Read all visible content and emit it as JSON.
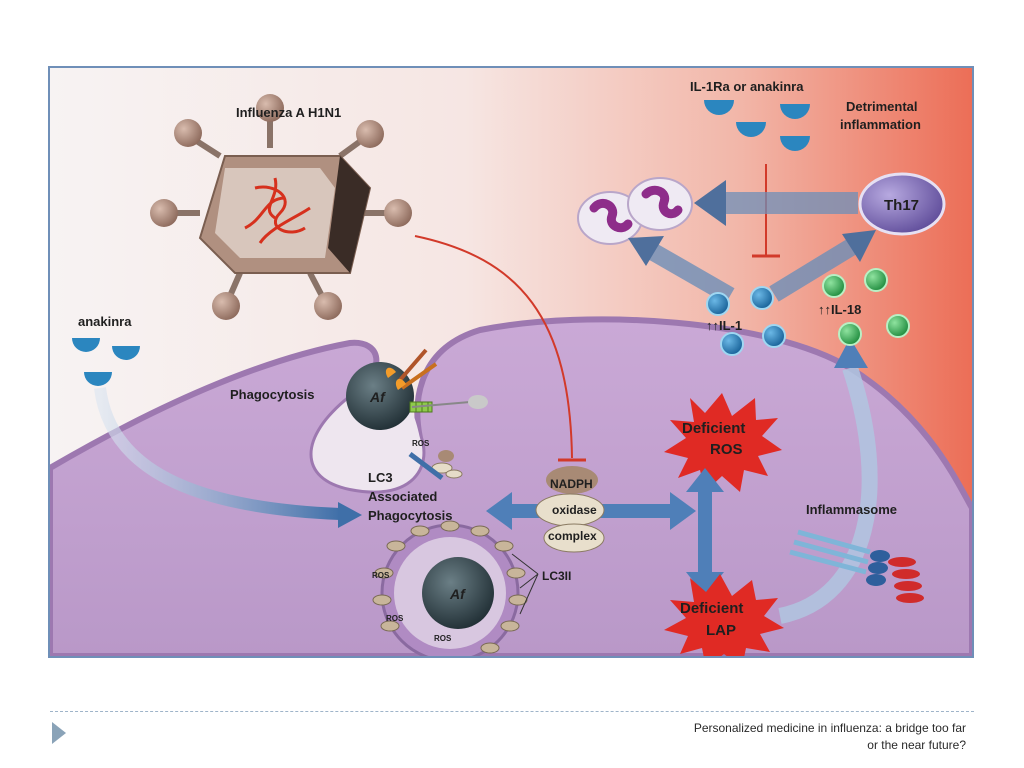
{
  "figure": {
    "labels": {
      "virus": "Influenza A H1N1",
      "il1ra": "IL-1Ra or anakinra",
      "detrimental_1": "Detrimental",
      "detrimental_2": "inflammation",
      "th17": "Th17",
      "il1": "↑↑IL-1",
      "il18": "↑↑IL-18",
      "anakinra": "anakinra",
      "phagocytosis": "Phagocytosis",
      "af_top": "Af",
      "af_bottom": "Af",
      "ros_small": "ROS",
      "ros_a": "ROS",
      "ros_b": "ROS",
      "ros_c": "ROS",
      "lap_1": "LC3",
      "lap_2": "Associated",
      "lap_3": "Phagocytosis",
      "nadph_1": "NADPH",
      "nadph_2": "oxidase",
      "nadph_3": "complex",
      "def_ros_1": "Deficient",
      "def_ros_2": "ROS",
      "def_lap_1": "Deficient",
      "def_lap_2": "LAP",
      "inflammasome": "Inflammasome",
      "lc3ii": "LC3II"
    },
    "colors": {
      "frame_border": "#6f8fb8",
      "cell": "#c9a8d4",
      "cell_edge": "#9d78b0",
      "starburst": "#e02a24",
      "arrow_blue": "#4f7fb8",
      "inhibit_red": "#d23a2a",
      "receptor_blue": "#2b86bf",
      "il18_green": "#36b45a",
      "th17_purple": "#7d6bb5"
    }
  },
  "footer": {
    "caption_line1": "Personalized medicine in influenza: a bridge too far",
    "caption_line2": "or the near future?"
  }
}
